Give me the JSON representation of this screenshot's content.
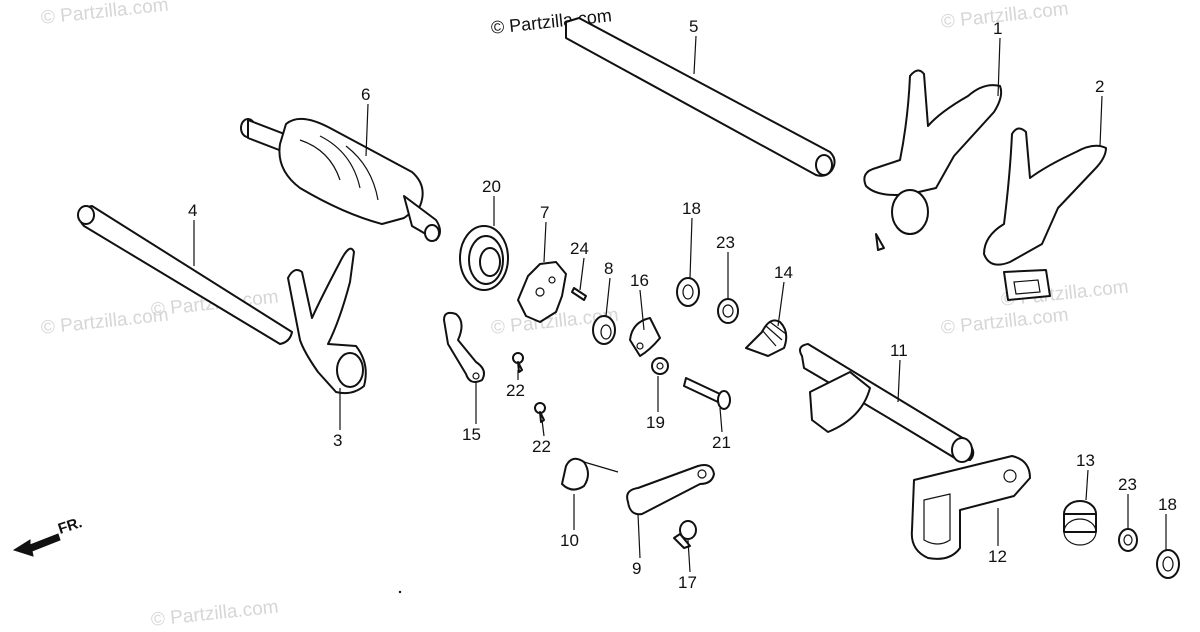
{
  "watermarks": [
    "© Partzilla.com",
    "© Partzilla.com",
    "© Partzilla.com",
    "© Partzilla.com",
    "© Partzilla.com",
    "© Partzilla.com",
    "© Partzilla.com",
    "© Partzilla.com",
    "© Partzilla.com"
  ],
  "front_label": "FR.",
  "callouts": [
    "1",
    "2",
    "3",
    "4",
    "5",
    "6",
    "7",
    "8",
    "9",
    "10",
    "11",
    "12",
    "13",
    "14",
    "15",
    "16",
    "17",
    "18",
    "18",
    "19",
    "20",
    "21",
    "22",
    "22",
    "23",
    "23",
    "24"
  ]
}
